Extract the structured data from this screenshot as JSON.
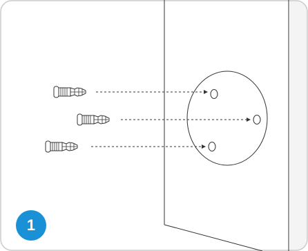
{
  "step": {
    "number": "1"
  },
  "colors": {
    "accent": "#1a91d6",
    "line": "#333333",
    "frame": "#cccccc",
    "right_panel": "#f4f4f4"
  },
  "figure": {
    "wall": "wall-surface",
    "mount_plate": "round-mounting-base",
    "holes": 3,
    "anchors": 3
  }
}
